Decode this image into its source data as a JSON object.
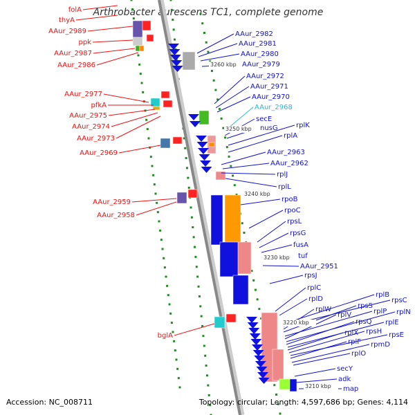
{
  "header": {
    "title": "Arthrobacter aurescens TC1, complete genome"
  },
  "footer": {
    "accession": "Accession: NC_008711",
    "summary": "Topology: circular; Length: 4,597,686 bp; Genes: 4,114"
  },
  "colors": {
    "left_label": "#ee1111",
    "right_label": "#1111cc",
    "highlight_label": "#22bbdd",
    "backbone": "#888888",
    "tick": "#228822"
  },
  "scale_labels": [
    "3260 kbp",
    "3250 kbp",
    "3240 kbp",
    "3230 kbp",
    "3220 kbp",
    "3210 kbp"
  ],
  "left_labels": [
    "folA",
    "thyA",
    "AAur_2989",
    "ppk",
    "AAur_2987",
    "AAur_2986",
    "AAur_2977",
    "pfkA",
    "AAur_2975",
    "AAur_2974",
    "AAur_2973",
    "AAur_2969",
    "AAur_2959",
    "AAur_2958",
    "bglA"
  ],
  "right_labels": [
    "AAur_2982",
    "AAur_2981",
    "AAur_2980",
    "AAur_2979",
    "AAur_2972",
    "AAur_2971",
    "AAur_2970",
    "AAur_2968",
    "secE",
    "nusG",
    "rplK",
    "rplA",
    "AAur_2963",
    "AAur_2962",
    "rplJ",
    "rplL",
    "rpoB",
    "rpoC",
    "rpsL",
    "rpsG",
    "fusA",
    "tuf",
    "AAur_2951",
    "rpsJ",
    "rplC",
    "rplD",
    "rplB",
    "rpsC",
    "rplW",
    "rpsS",
    "rplP",
    "rplV",
    "rplN",
    "rpsQ",
    "rplE",
    "rplX",
    "rpsH",
    "rpsE",
    "rplF",
    "rpmD",
    "rplO",
    "secY",
    "adk",
    "map"
  ]
}
